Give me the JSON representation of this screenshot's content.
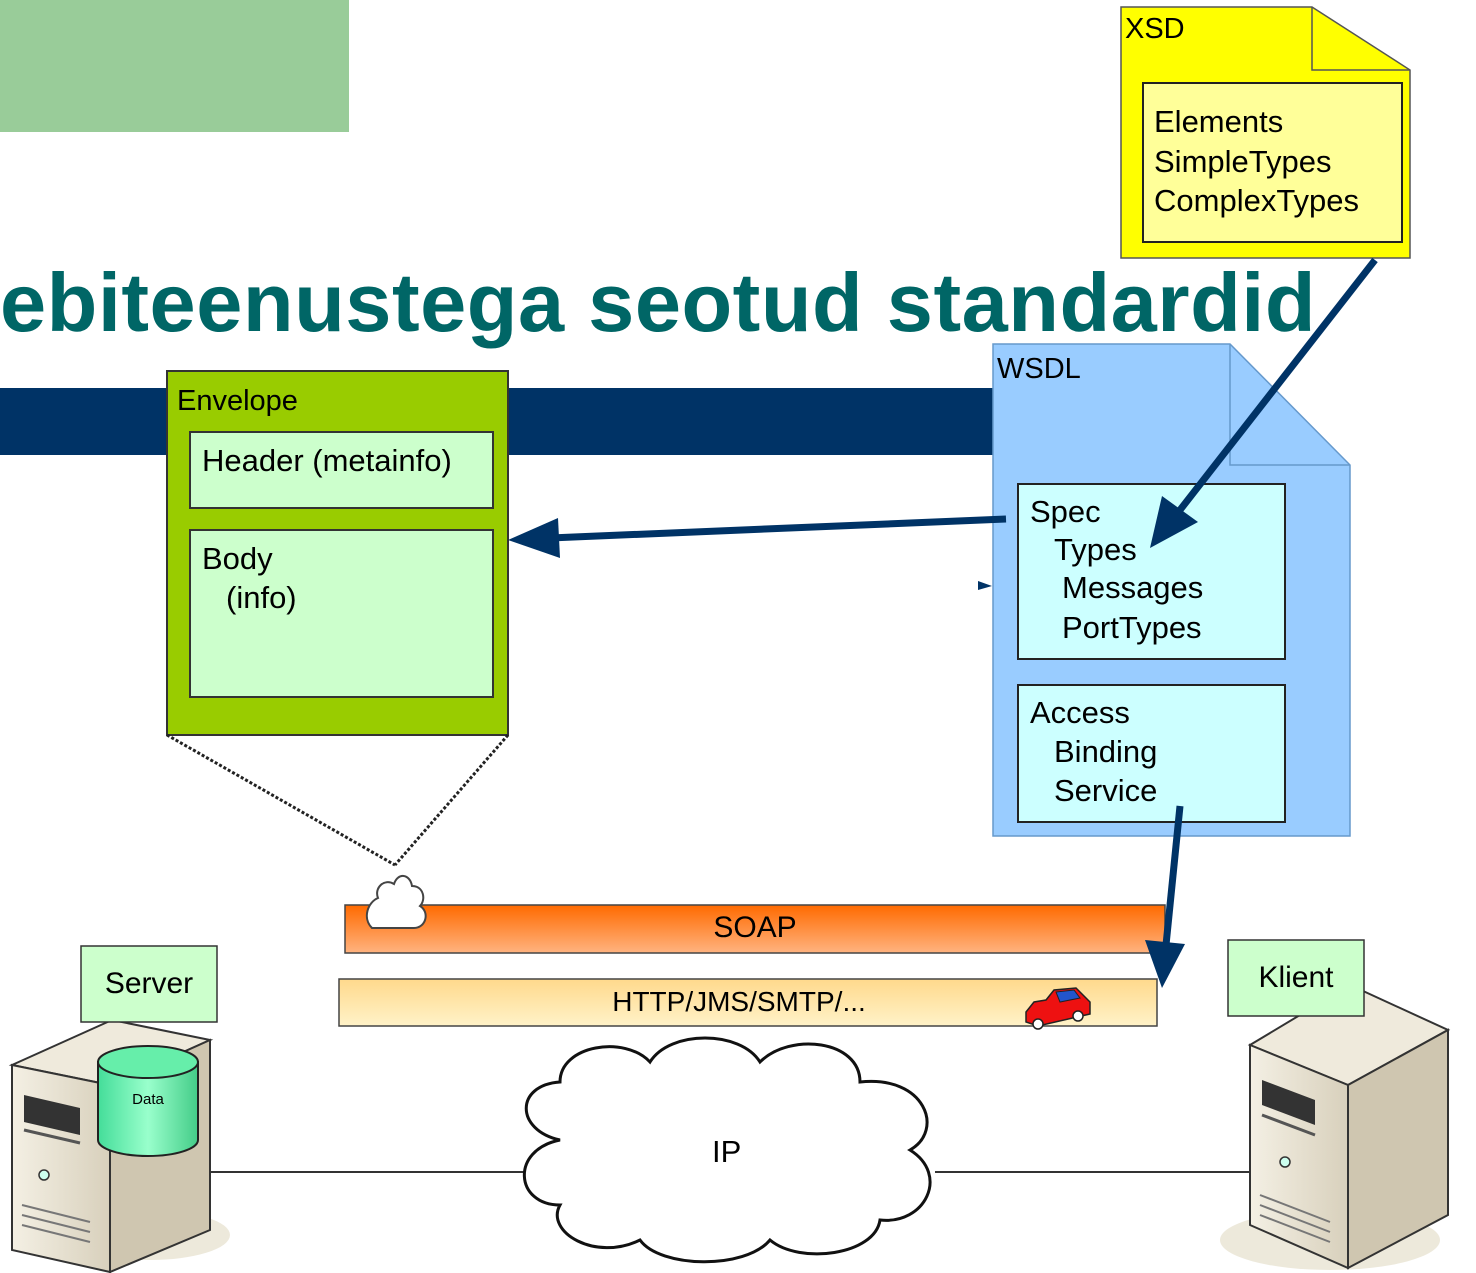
{
  "title": "ebiteenustega seotud standardid",
  "envelope": {
    "label": "Envelope",
    "header_label": "Header (metainfo)",
    "body_label": "Body",
    "body_sub": "(info)"
  },
  "wsdl": {
    "label": "WSDL",
    "spec": [
      "Spec",
      "Types",
      "Messages",
      "PortTypes"
    ],
    "access": [
      "Access",
      "Binding",
      "Service"
    ]
  },
  "xsd": {
    "label": "XSD",
    "items": [
      "Elements",
      "SimpleTypes",
      "ComplexTypes"
    ]
  },
  "layers": {
    "soap": "SOAP",
    "transport": "HTTP/JMS/SMTP/..."
  },
  "network": {
    "cloud_label": "IP"
  },
  "server": {
    "label": "Server",
    "db_label": "Data"
  },
  "client": {
    "label": "Klient"
  },
  "colors": {
    "title": "#006666",
    "banner": "#003366",
    "green_block": "#99cc99",
    "envelope": "#99cc00",
    "envelope_inner": "#ccffcc",
    "wsdl": "#99ccff",
    "wsdl_inner": "#ccffff",
    "xsd": "#ffff00",
    "xsd_inner": "#ffff99",
    "arrow": "#003366",
    "soap": "#ff6600",
    "transport": "#ffdd88"
  }
}
